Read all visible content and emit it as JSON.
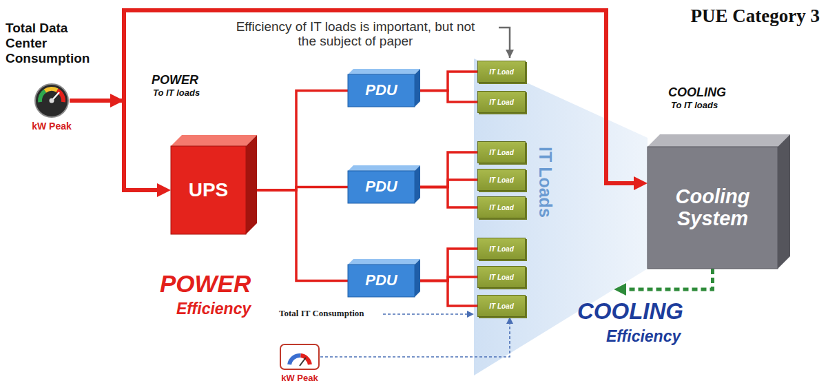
{
  "diagram": {
    "title": "PUE Category 3",
    "nodes": [
      {
        "text": [
          "Total Data Center Consumption",
          "kW Peak"
        ]
      },
      {
        "text": [
          "UPS"
        ]
      },
      {
        "text": [
          "PDU"
        ]
      },
      {
        "text": [
          "PDU"
        ]
      },
      {
        "text": [
          "PDU"
        ]
      },
      {
        "text": [
          "IT Loads"
        ]
      },
      {
        "text": [
          "IT Load"
        ],
        "in": 5
      },
      {
        "text": [
          "IT Load"
        ],
        "in": 5
      },
      {
        "text": [
          "IT Load"
        ],
        "in": 5
      },
      {
        "text": [
          "IT Load"
        ],
        "in": 5
      },
      {
        "text": [
          "IT Load"
        ],
        "in": 5
      },
      {
        "text": [
          "IT Load"
        ],
        "in": 5
      },
      {
        "text": [
          "IT Load"
        ],
        "in": 5
      },
      {
        "text": [
          "IT Load"
        ],
        "in": 5
      },
      {
        "text": [
          "Cooling System"
        ]
      },
      {
        "text": [
          "kW Peak"
        ]
      }
    ],
    "edges": [
      {
        "from": 0,
        "to": 1,
        "arrow": "to"
      },
      {
        "from": 0,
        "to": 14,
        "arrow": "to"
      },
      {
        "from": 1,
        "to": 2,
        "arrow": "none"
      },
      {
        "from": 1,
        "to": 3,
        "arrow": "none"
      },
      {
        "from": 1,
        "to": 4,
        "arrow": "none"
      },
      {
        "from": 2,
        "to": 6,
        "arrow": "none"
      },
      {
        "from": 2,
        "to": 7,
        "arrow": "none"
      },
      {
        "from": 3,
        "to": 8,
        "arrow": "none"
      },
      {
        "from": 3,
        "to": 9,
        "arrow": "none"
      },
      {
        "from": 3,
        "to": 10,
        "arrow": "none"
      },
      {
        "from": 4,
        "to": 11,
        "arrow": "none"
      },
      {
        "from": 4,
        "to": 12,
        "arrow": "none"
      },
      {
        "from": 4,
        "to": 13,
        "arrow": "none"
      },
      {
        "from": 14,
        "to": 5,
        "arrow": "to"
      },
      {
        "from": 15,
        "to": 13,
        "arrow": "to"
      }
    ],
    "labels": [
      "POWER",
      "To IT loads",
      "COOLING",
      "To IT loads",
      "POWER",
      "Efficiency",
      "COOLING",
      "Efficiency",
      "Efficiency of IT loads is important, but not the subject of paper",
      "Total IT Consumption"
    ]
  }
}
